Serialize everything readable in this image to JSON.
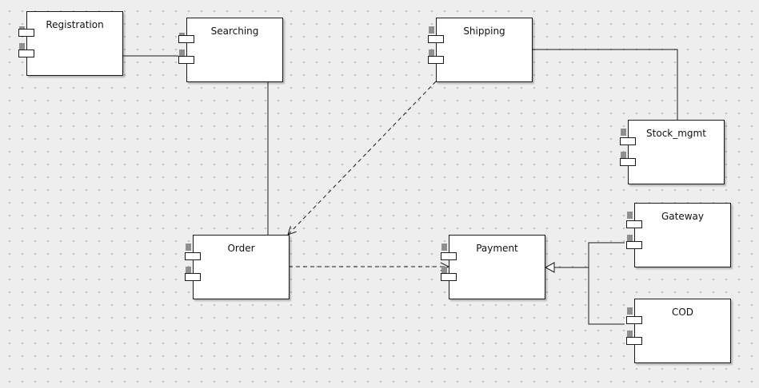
{
  "diagram": {
    "components": [
      {
        "id": "registration",
        "label": "Registration"
      },
      {
        "id": "searching",
        "label": "Searching"
      },
      {
        "id": "shipping",
        "label": "Shipping"
      },
      {
        "id": "stock_mgmt",
        "label": "Stock_mgmt"
      },
      {
        "id": "gateway",
        "label": "Gateway"
      },
      {
        "id": "order",
        "label": "Order"
      },
      {
        "id": "payment",
        "label": "Payment"
      },
      {
        "id": "cod",
        "label": "COD"
      }
    ],
    "connections": [
      {
        "from": "Registration",
        "to": "Searching",
        "style": "solid"
      },
      {
        "from": "Searching",
        "to": "Order",
        "style": "solid"
      },
      {
        "from": "Shipping",
        "to": "Stock_mgmt",
        "style": "solid"
      },
      {
        "from": "Shipping",
        "to": "Order",
        "style": "dashed-dependency"
      },
      {
        "from": "Order",
        "to": "Payment",
        "style": "dashed-dependency"
      },
      {
        "from": "Gateway",
        "to": "Payment",
        "style": "generalization"
      },
      {
        "from": "COD",
        "to": "Payment",
        "style": "generalization"
      }
    ]
  }
}
